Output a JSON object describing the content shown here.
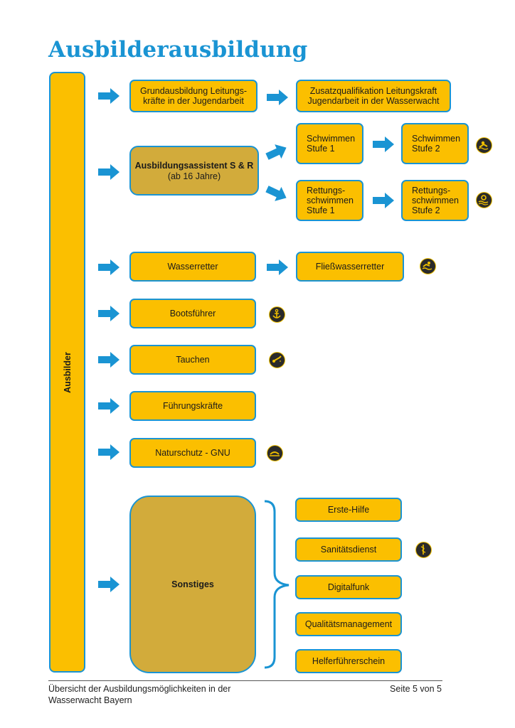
{
  "title": "Ausbilderausbildung",
  "sidebar": {
    "label": "Ausbilder"
  },
  "boxes": {
    "grundausbildung": "Grundausbildung Leitungs-\nkräfte in der Jugendarbeit",
    "zusatz": "Zusatzqualifikation Leitungskraft\nJugendarbeit in der Wasserwacht",
    "assistent_title": "Ausbildungsassistent S & R",
    "assistent_sub": "(ab 16 Jahre)",
    "schwimmen1": "Schwimmen\nStufe 1",
    "schwimmen2": "Schwimmen\nStufe 2",
    "rett1": "Rettungs-\nschwimmen\nStufe 1",
    "rett2": "Rettungs-\nschwimmen\nStufe 2",
    "wasserretter": "Wasserretter",
    "fliess": "Fließwasserretter",
    "boots": "Bootsführer",
    "tauchen": "Tauchen",
    "fuehrung": "Führungskräfte",
    "natur": "Naturschutz - GNU",
    "sonstiges": "Sonstiges",
    "erste_hilfe": "Erste-Hilfe",
    "sanitaet": "Sanitätsdienst",
    "digitalfunk": "Digitalfunk",
    "qualitaet": "Qualitätsmanagement",
    "helfer": "Helferführerschein"
  },
  "icons": {
    "schwimmen": "swimmer-icon",
    "rettung": "lifeguard-icon",
    "fliess": "river-rescue-icon",
    "boots": "anchor-icon",
    "tauchen": "diver-icon",
    "natur": "nature-icon",
    "sanitaet": "medical-staff-icon"
  },
  "colors": {
    "accent": "#1a94d3",
    "box_fill": "#fbbf00",
    "box_dark_fill": "#d2ab3b",
    "badge": "#2a2a2a"
  },
  "footer": {
    "left": "Übersicht der Ausbildungsmöglichkeiten in der Wasserwacht Bayern",
    "right": "Seite 5 von 5"
  }
}
